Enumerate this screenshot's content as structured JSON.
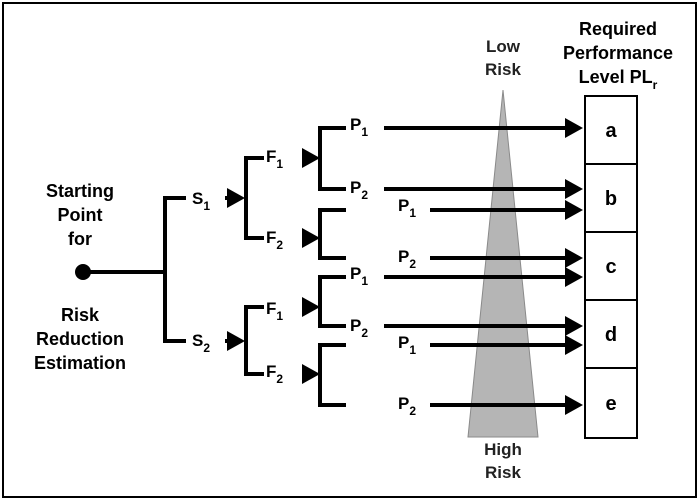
{
  "diagram": {
    "start_lines": [
      "Starting",
      "Point",
      "for"
    ],
    "estimation_lines": [
      "Risk",
      "Reduction",
      "Estimation"
    ],
    "low_risk_lines": [
      "Low",
      "Risk"
    ],
    "high_risk_lines": [
      "High",
      "Risk"
    ],
    "header_lines": [
      "Required",
      "Performance",
      "Level PL"
    ],
    "header_subscript": "r",
    "severity": [
      {
        "base": "S",
        "sub": "1"
      },
      {
        "base": "S",
        "sub": "2"
      }
    ],
    "frequency": [
      {
        "base": "F",
        "sub": "1"
      },
      {
        "base": "F",
        "sub": "2"
      },
      {
        "base": "F",
        "sub": "1"
      },
      {
        "base": "F",
        "sub": "2"
      }
    ],
    "possibility": [
      {
        "base": "P",
        "sub": "1"
      },
      {
        "base": "P",
        "sub": "2"
      },
      {
        "base": "P",
        "sub": "1"
      },
      {
        "base": "P",
        "sub": "2"
      },
      {
        "base": "P",
        "sub": "1"
      },
      {
        "base": "P",
        "sub": "2"
      },
      {
        "base": "P",
        "sub": "1"
      },
      {
        "base": "P",
        "sub": "2"
      }
    ],
    "levels": [
      "a",
      "b",
      "c",
      "d",
      "e"
    ],
    "colors": {
      "line": "#000000",
      "triangle": "#b5b5b5",
      "frame": "#000000",
      "background": "#ffffff"
    }
  }
}
